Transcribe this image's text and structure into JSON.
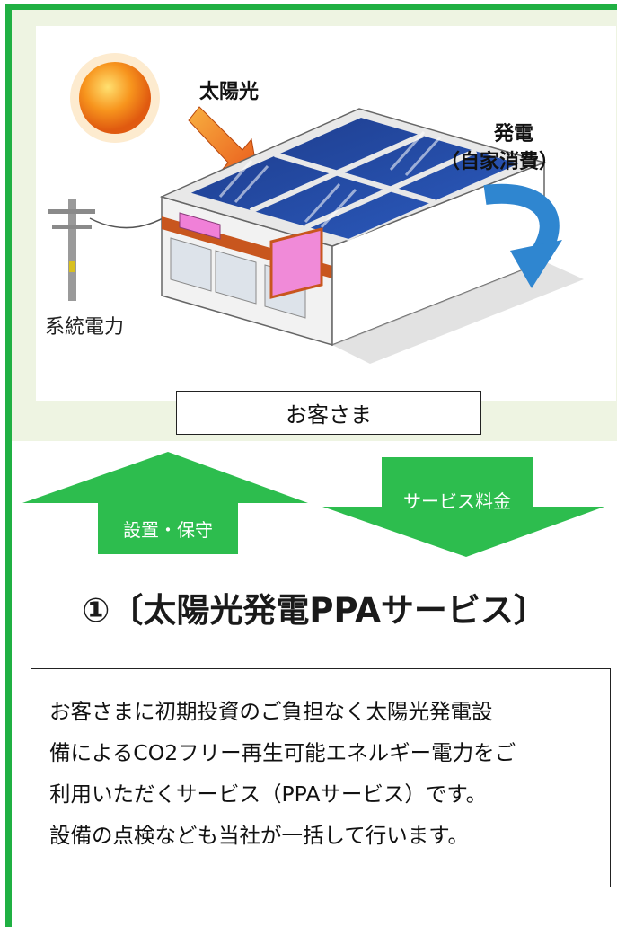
{
  "illustration": {
    "sunlight_label": "太陽光",
    "generation_label": "発電",
    "self_consumption_label": "（自家消費）",
    "grid_power_label": "系統電力"
  },
  "customer_label": "お客さま",
  "arrows": {
    "up_label": "設置・保守",
    "down_label": "サービス料金"
  },
  "service_title": "①〔太陽光発電PPAサービス〕",
  "description_lines": [
    "お客さまに初期投資のご負担なく太陽光発電設",
    "備によるCO2フリー再生可能エネルギー電力をご",
    "利用いただくサービス（PPAサービス）です。",
    "設備の点検なども当社が一括して行います。"
  ],
  "colors": {
    "frame_green": "#20b043",
    "arrow_green": "#2dbd4e",
    "panel_bg": "#eef4e2",
    "sun_orange": "#f07a1a",
    "cycle_blue": "#2f86d0"
  }
}
